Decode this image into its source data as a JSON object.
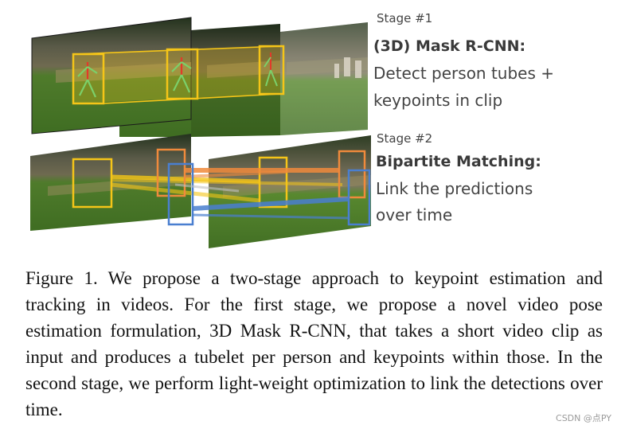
{
  "stage1": {
    "label": "Stage #1",
    "title": "(3D) Mask R-CNN:",
    "desc_lines": [
      "Detect person tubes +",
      "keypoints in clip"
    ]
  },
  "stage2": {
    "label": "Stage #2",
    "title": "Bipartite Matching:",
    "desc_lines": [
      "Link the predictions",
      "over time"
    ]
  },
  "caption": "Figure 1. We propose a two-stage approach to keypoint estimation and tracking in videos.  For the first stage, we propose a novel video pose estimation formulation, 3D Mask R-CNN, that takes a short video clip as input and produces a tubelet per person and keypoints within those.  In the second stage, we perform light-weight optimization to link the detections over time.",
  "watermark": "CSDN @点PY",
  "colors": {
    "yellow": "#f5c518",
    "orange": "#f08a3c",
    "blue": "#4a7fd0",
    "grass": "#4f7d2a"
  }
}
